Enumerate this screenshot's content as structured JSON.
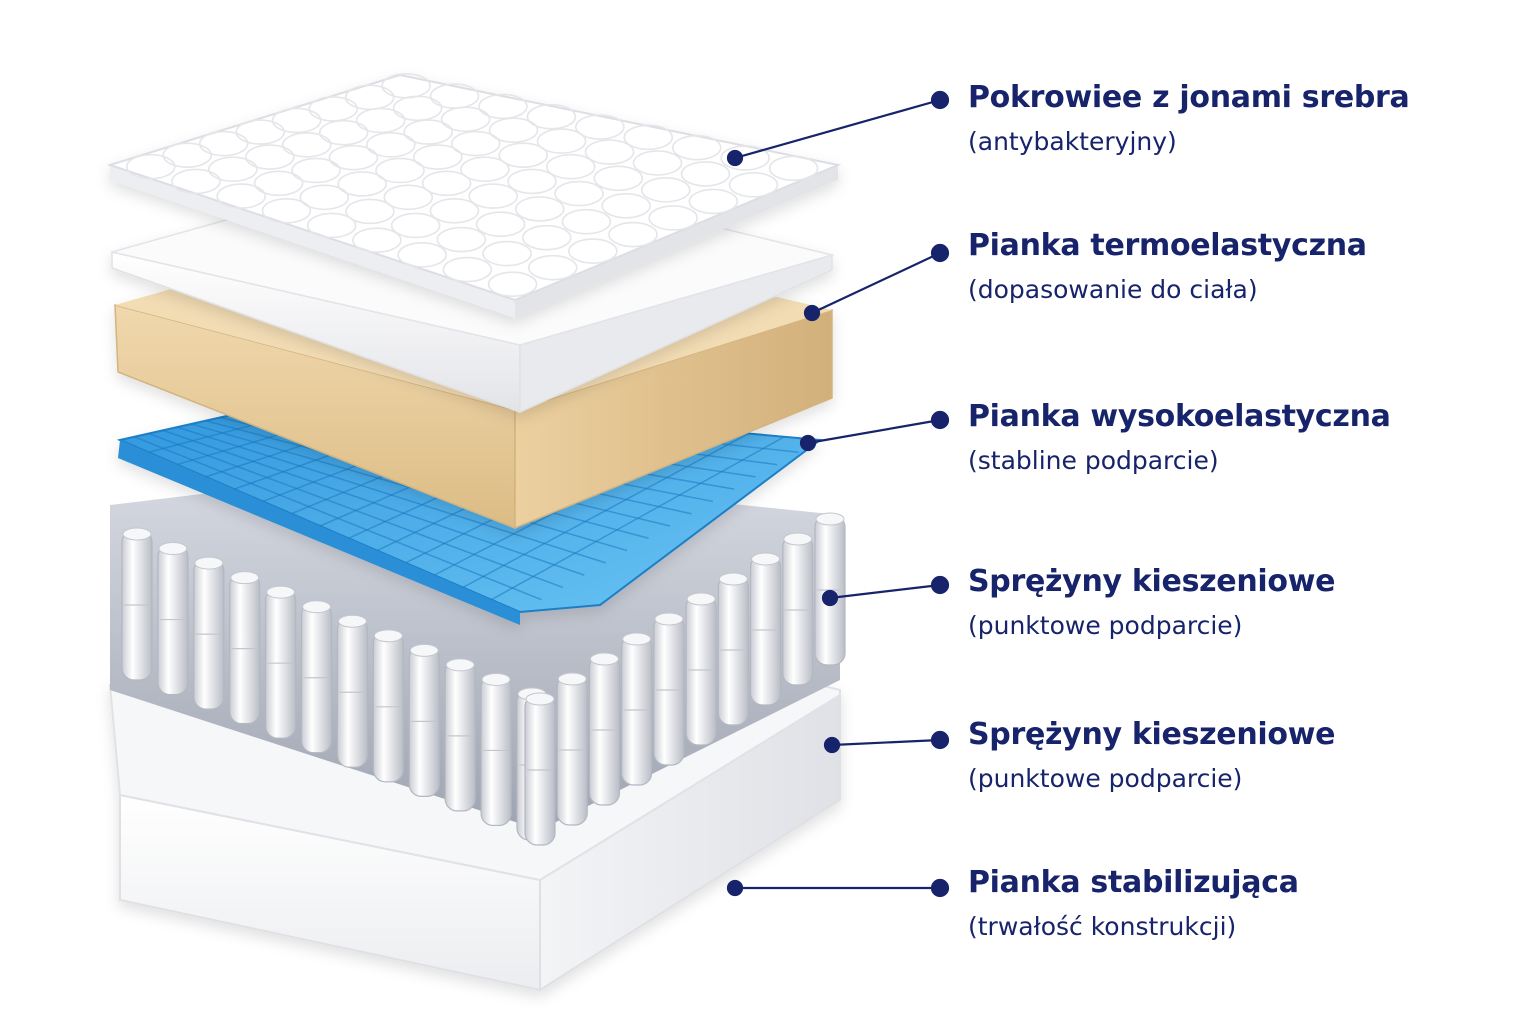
{
  "accent_color": "#17236a",
  "layer_colors": {
    "cover": "#ffffff",
    "comfort": "#f7f7f8",
    "memory_foam": "#ecd2a4",
    "hr_foam": "#3aa6e6",
    "springs": "#e9eaee",
    "base": "#fbfbfc"
  },
  "layers": [
    {
      "title": "Pokrowiee z jonami srebra",
      "subtitle": "(antybakteryjny)",
      "icon": "quilted-cover"
    },
    {
      "title": "Pianka termoelastyczna",
      "subtitle": "(dopasowanie do ciała)",
      "icon": "memory-foam"
    },
    {
      "title": "Pianka wysokoelastyczna",
      "subtitle": "(stabline podparcie)",
      "icon": "hr-foam"
    },
    {
      "title": "Sprężyny kieszeniowe",
      "subtitle": "(punktowe podparcie)",
      "icon": "pocket-springs"
    },
    {
      "title": "Sprężyny kieszeniowe",
      "subtitle": "(punktowe podparcie)",
      "icon": "pocket-springs"
    },
    {
      "title": "Pianka stabilizująca",
      "subtitle": "(trwałość konstrukcji)",
      "icon": "base-foam"
    }
  ]
}
